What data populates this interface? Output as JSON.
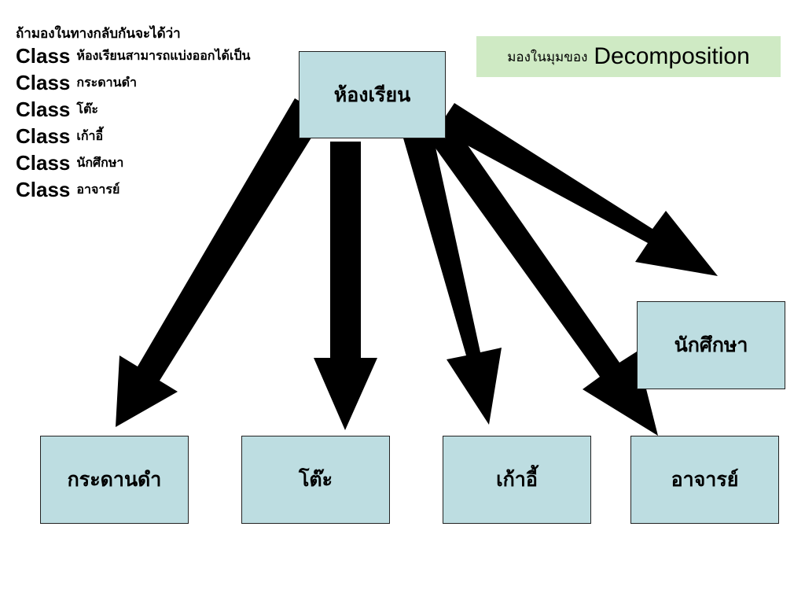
{
  "intro": {
    "heading": "ถ้ามองในทางกลับกันจะได้ว่า",
    "lines": [
      {
        "keyword": "Class",
        "text": "ห้องเรียนสามารถแบ่งออกได้เป็น"
      },
      {
        "keyword": "Class",
        "text": "กระดานดำ"
      },
      {
        "keyword": "Class",
        "text": "โต๊ะ"
      },
      {
        "keyword": "Class",
        "text": "เก้าอี้"
      },
      {
        "keyword": "Class",
        "text": "นักศึกษา"
      },
      {
        "keyword": "Class",
        "text": "อาจารย์"
      }
    ]
  },
  "callout": {
    "prefix": "มองในมุมของ",
    "term": "Decomposition",
    "bg_color": "#cfeac4"
  },
  "diagram": {
    "root": "ห้องเรียน",
    "children": [
      "กระดานดำ",
      "โต๊ะ",
      "เก้าอี้",
      "นักศึกษา",
      "อาจารย์"
    ],
    "box_color": "#bddde1",
    "arrow_color": "#000000"
  }
}
